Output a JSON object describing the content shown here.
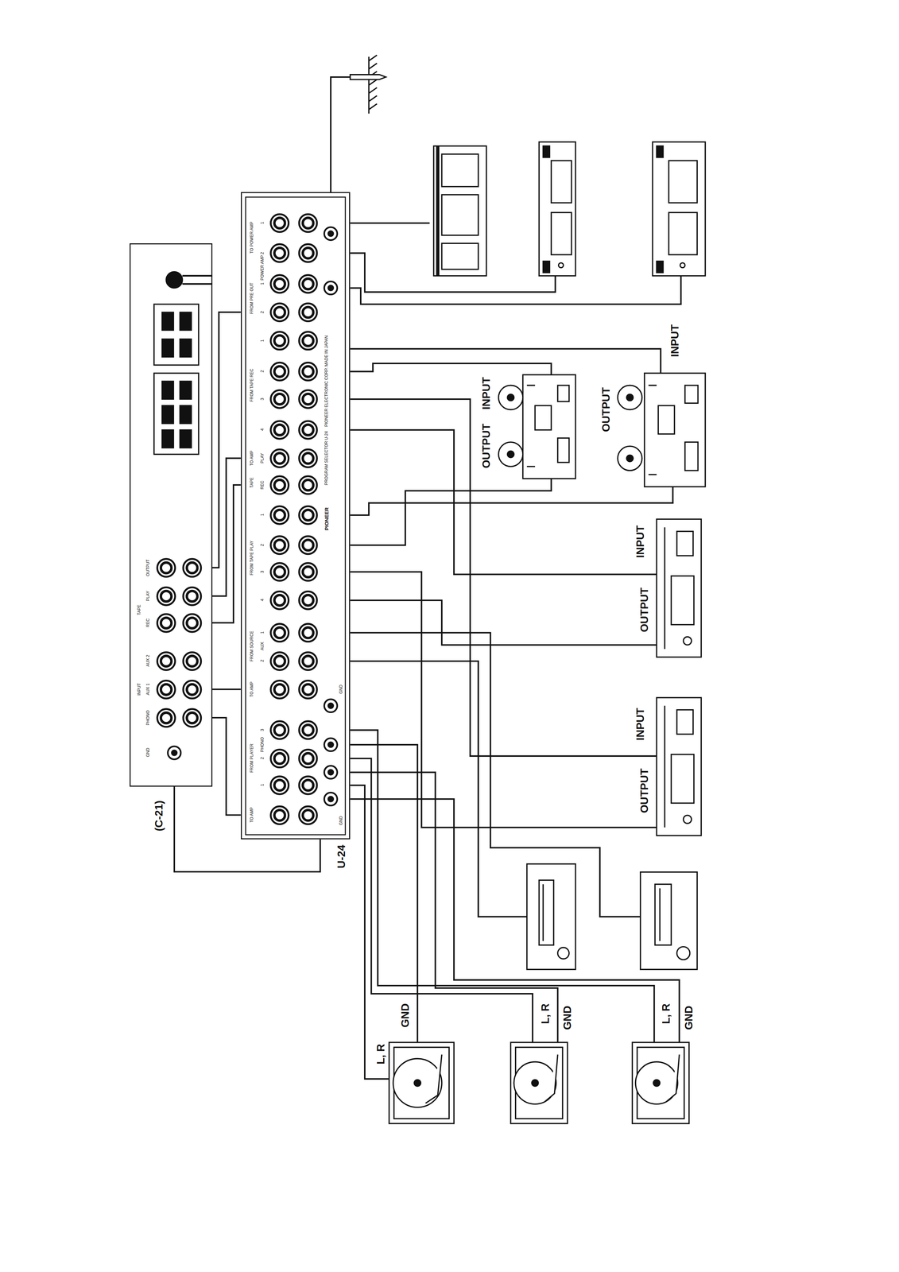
{
  "diagram": {
    "nodes": [
      {
        "text": [
          "(C-21)"
        ]
      },
      {
        "text": [
          "U-24"
        ]
      }
    ],
    "edges": [
      {
        "from": 0,
        "to": 1,
        "arrow": "none"
      },
      {
        "from": 0,
        "to": 1,
        "arrow": "none"
      },
      {
        "from": 0,
        "to": 1,
        "arrow": "none"
      },
      {
        "from": 0,
        "to": 1,
        "arrow": "none"
      },
      {
        "from": 0,
        "to": 1,
        "arrow": "none"
      },
      {
        "from": 0,
        "to": 1,
        "arrow": "none"
      }
    ],
    "labels": [
      "TO POWER AMP",
      "1",
      "2",
      "POWER AMP",
      "FROM PRE OUT",
      "1",
      "2",
      "FROM TAPE REC",
      "1",
      "2",
      "3",
      "4",
      "TAPE",
      "TO AMP",
      "PLAY",
      "REC",
      "FROM TAPE PLAY",
      "1",
      "2",
      "3",
      "4",
      "AUX",
      "FROM SOURCE",
      "1",
      "2",
      "TO AMP",
      "GND",
      "PHONO",
      "FROM PLAYER",
      "3",
      "2",
      "1",
      "TO AMP",
      "GND",
      "PIONEER",
      "PROGRAM SELECTOR U-24",
      "PIONEER ELECTRONIC CORP. MADE IN JAPAN",
      "OUTPUT",
      "PLAY",
      "TAPE",
      "REC",
      "AUX 2",
      "INPUT",
      "AUX 1",
      "PHONO",
      "GND",
      "INPUT",
      "OUTPUT",
      "OUTPUT",
      "INPUT",
      "INPUT",
      "OUTPUT",
      "INPUT",
      "OUTPUT",
      "GND",
      "L, R",
      "L, R",
      "GND",
      "L, R",
      "GND"
    ]
  }
}
